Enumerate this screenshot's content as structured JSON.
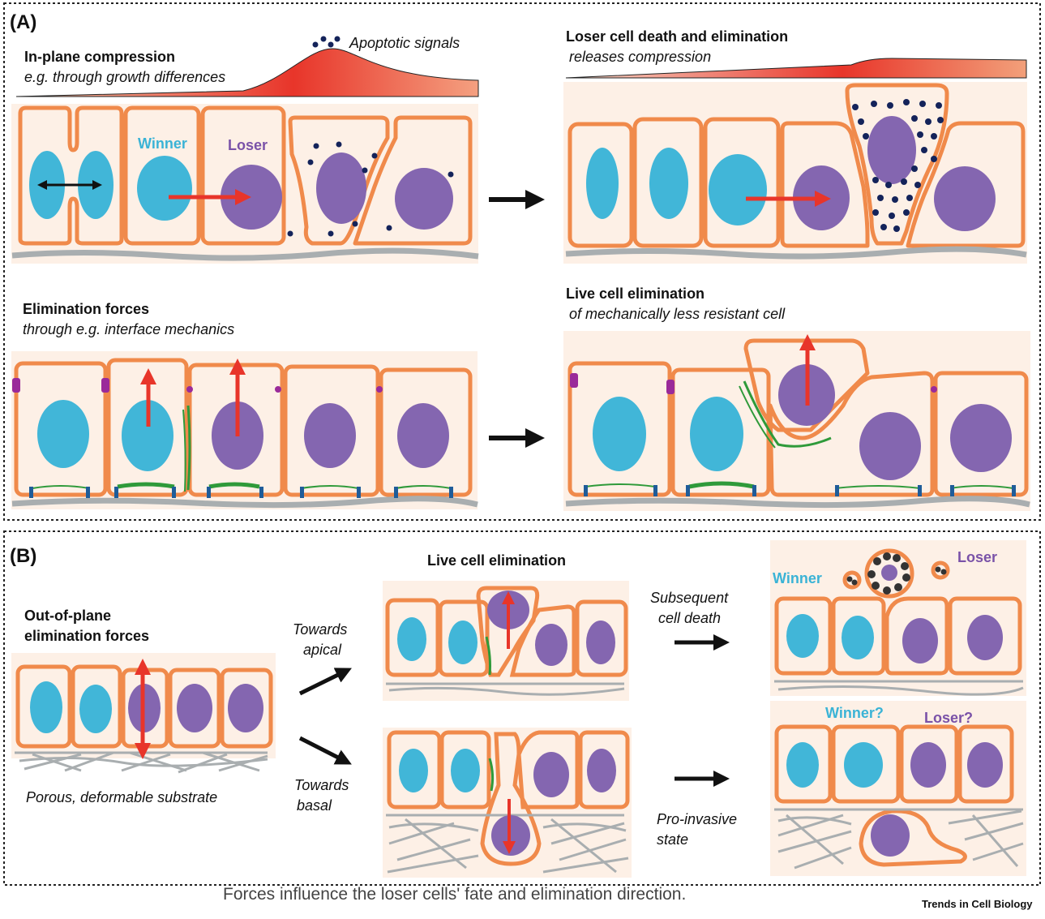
{
  "panel_a": {
    "label": "(A)",
    "in_plane": {
      "title": "In-plane compression",
      "subtitle": "e.g. through growth differences",
      "signals_legend": "Apoptotic signals",
      "winner_label": "Winner",
      "loser_label": "Loser"
    },
    "loser_death": {
      "title": "Loser cell death and elimination",
      "subtitle": "releases compression"
    },
    "elimination_forces": {
      "title": "Elimination forces",
      "subtitle": "through e.g. interface mechanics"
    },
    "live_elimination": {
      "title": "Live cell elimination",
      "subtitle": "of mechanically less resistant cell"
    }
  },
  "panel_b": {
    "label": "(B)",
    "out_of_plane_title_1": "Out-of-plane",
    "out_of_plane_title_2": "elimination forces",
    "substrate_label": "Porous, deformable substrate",
    "apical_1": "Towards",
    "apical_2": "apical",
    "basal_1": "Towards",
    "basal_2": "basal",
    "live_elimination_title": "Live cell elimination",
    "subsequent_1": "Subsequent",
    "subsequent_2": "cell death",
    "proinvasive_1": "Pro-invasive",
    "proinvasive_2": "state",
    "winner_label": "Winner",
    "loser_label": "Loser",
    "winner_q": "Winner?",
    "loser_q": "Loser?"
  },
  "caption": "Forces influence the loser cells' fate and elimination direction.",
  "journal": "Trends in Cell Biology",
  "colors": {
    "cell_outline": "#f08a4b",
    "winner_nucleus": "#41b6d8",
    "loser_nucleus": "#8466b0",
    "force_arrow": "#e8352a",
    "substrate": "#a9aeb0",
    "background_box": "#fdf0e6",
    "apoptotic_dots": "#14235a",
    "junction": "#9a2a9a",
    "actin": "#2f9a3a"
  }
}
